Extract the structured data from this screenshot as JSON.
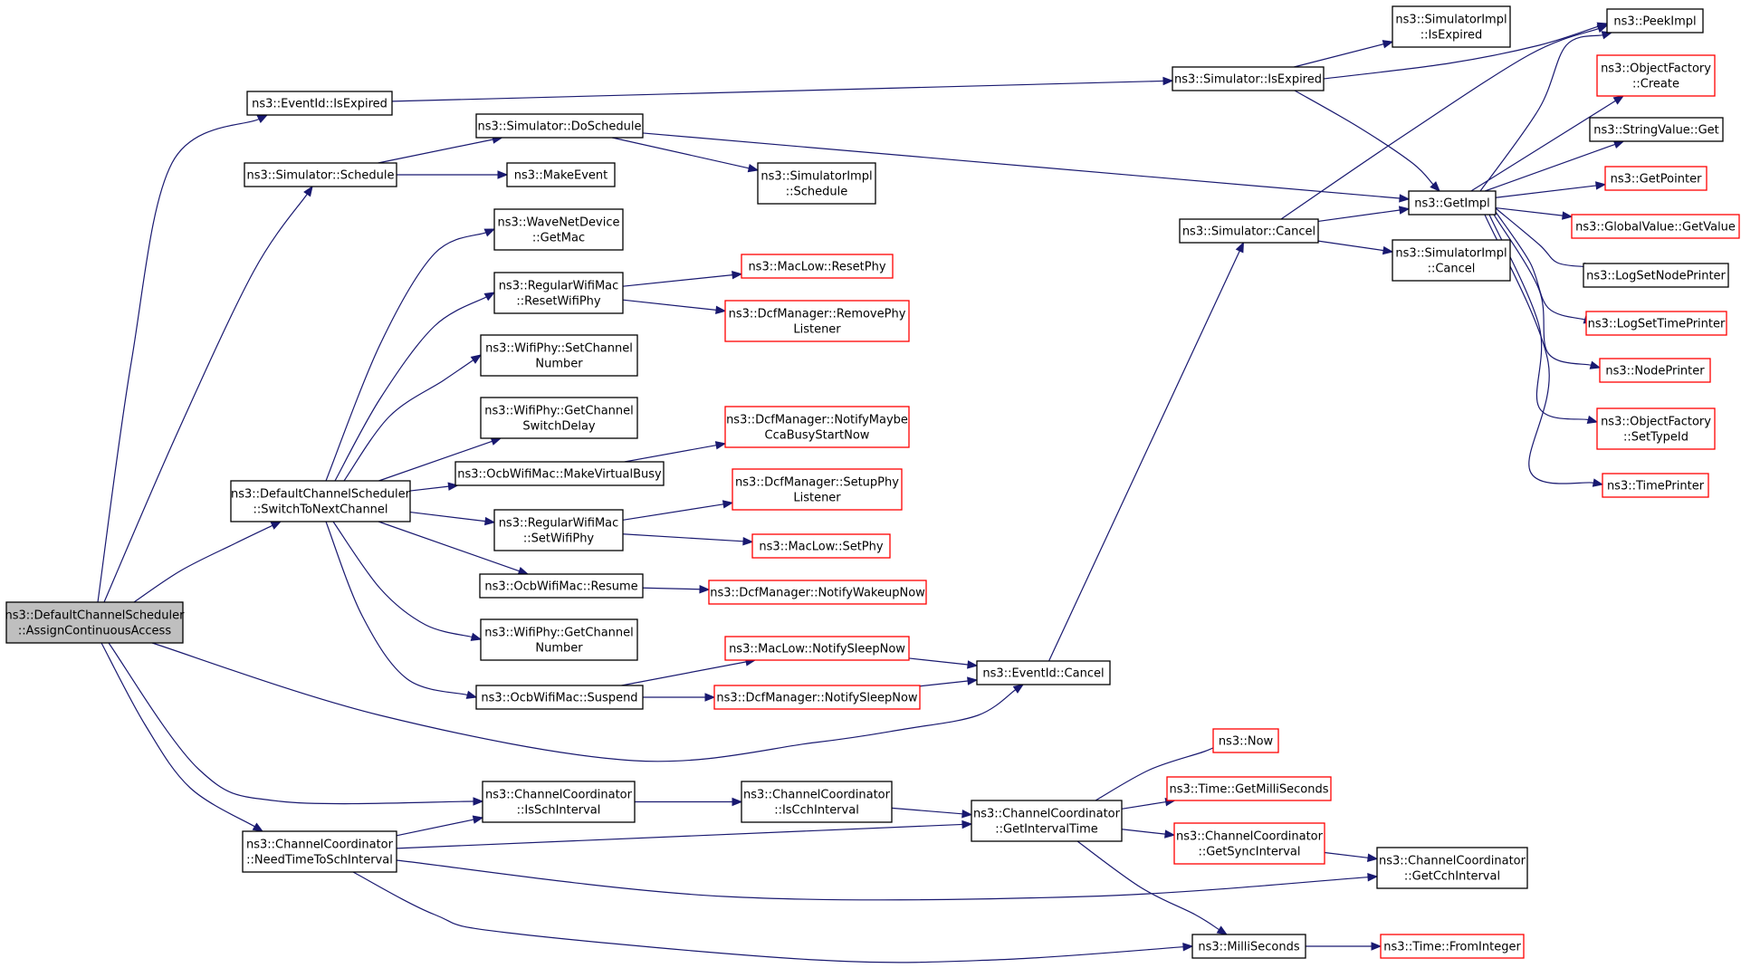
{
  "colors": {
    "edge": "#191970",
    "box_normal": "#000000",
    "box_undocumented": "#ff0000",
    "root_fill": "#bfbfbf"
  },
  "nodes": [
    {
      "id": "root",
      "lines": [
        "ns3::DefaultChannelScheduler",
        "::AssignContinuousAccess"
      ],
      "kind": "root"
    },
    {
      "id": "eventid_isexpired",
      "lines": [
        "ns3::EventId::IsExpired"
      ],
      "kind": "normal"
    },
    {
      "id": "sim_schedule",
      "lines": [
        "ns3::Simulator::Schedule"
      ],
      "kind": "normal"
    },
    {
      "id": "switch_next",
      "lines": [
        "ns3::DefaultChannelScheduler",
        "::SwitchToNextChannel"
      ],
      "kind": "normal"
    },
    {
      "id": "need_time",
      "lines": [
        "ns3::ChannelCoordinator",
        "::NeedTimeToSchInterval"
      ],
      "kind": "normal"
    },
    {
      "id": "sim_doschedule",
      "lines": [
        "ns3::Simulator::DoSchedule"
      ],
      "kind": "normal"
    },
    {
      "id": "makeevent",
      "lines": [
        "ns3::MakeEvent"
      ],
      "kind": "normal"
    },
    {
      "id": "wave_getmac",
      "lines": [
        "ns3::WaveNetDevice",
        "::GetMac"
      ],
      "kind": "normal"
    },
    {
      "id": "reg_resetphy",
      "lines": [
        "ns3::RegularWifiMac",
        "::ResetWifiPhy"
      ],
      "kind": "normal"
    },
    {
      "id": "phy_setch",
      "lines": [
        "ns3::WifiPhy::SetChannel",
        "Number"
      ],
      "kind": "normal"
    },
    {
      "id": "phy_getswitch",
      "lines": [
        "ns3::WifiPhy::GetChannel",
        "SwitchDelay"
      ],
      "kind": "normal"
    },
    {
      "id": "ocb_virtbusy",
      "lines": [
        "ns3::OcbWifiMac::MakeVirtualBusy"
      ],
      "kind": "normal"
    },
    {
      "id": "reg_setphy",
      "lines": [
        "ns3::RegularWifiMac",
        "::SetWifiPhy"
      ],
      "kind": "normal"
    },
    {
      "id": "ocb_resume",
      "lines": [
        "ns3::OcbWifiMac::Resume"
      ],
      "kind": "normal"
    },
    {
      "id": "phy_getch",
      "lines": [
        "ns3::WifiPhy::GetChannel",
        "Number"
      ],
      "kind": "normal"
    },
    {
      "id": "ocb_suspend",
      "lines": [
        "ns3::OcbWifiMac::Suspend"
      ],
      "kind": "normal"
    },
    {
      "id": "cc_issch",
      "lines": [
        "ns3::ChannelCoordinator",
        "::IsSchInterval"
      ],
      "kind": "normal"
    },
    {
      "id": "simimpl_schedule",
      "lines": [
        "ns3::SimulatorImpl",
        "::Schedule"
      ],
      "kind": "normal"
    },
    {
      "id": "maclow_resetphy",
      "lines": [
        "ns3::MacLow::ResetPhy"
      ],
      "kind": "undoc"
    },
    {
      "id": "dcf_removephy",
      "lines": [
        "ns3::DcfManager::RemovePhy",
        "Listener"
      ],
      "kind": "undoc"
    },
    {
      "id": "dcf_notifycca",
      "lines": [
        "ns3::DcfManager::NotifyMaybe",
        "CcaBusyStartNow"
      ],
      "kind": "undoc"
    },
    {
      "id": "dcf_setupphy",
      "lines": [
        "ns3::DcfManager::SetupPhy",
        "Listener"
      ],
      "kind": "undoc"
    },
    {
      "id": "maclow_setphy",
      "lines": [
        "ns3::MacLow::SetPhy"
      ],
      "kind": "undoc"
    },
    {
      "id": "dcf_wakeup",
      "lines": [
        "ns3::DcfManager::NotifyWakeupNow"
      ],
      "kind": "undoc"
    },
    {
      "id": "maclow_sleep",
      "lines": [
        "ns3::MacLow::NotifySleepNow"
      ],
      "kind": "undoc"
    },
    {
      "id": "dcf_sleep",
      "lines": [
        "ns3::DcfManager::NotifySleepNow"
      ],
      "kind": "undoc"
    },
    {
      "id": "eventid_cancel",
      "lines": [
        "ns3::EventId::Cancel"
      ],
      "kind": "normal"
    },
    {
      "id": "cc_iscch",
      "lines": [
        "ns3::ChannelCoordinator",
        "::IsCchInterval"
      ],
      "kind": "normal"
    },
    {
      "id": "cc_getinterval",
      "lines": [
        "ns3::ChannelCoordinator",
        "::GetIntervalTime"
      ],
      "kind": "normal"
    },
    {
      "id": "sim_isexpired",
      "lines": [
        "ns3::Simulator::IsExpired"
      ],
      "kind": "normal"
    },
    {
      "id": "sim_cancel",
      "lines": [
        "ns3::Simulator::Cancel"
      ],
      "kind": "normal"
    },
    {
      "id": "simimpl_isexpired",
      "lines": [
        "ns3::SimulatorImpl",
        "::IsExpired"
      ],
      "kind": "normal"
    },
    {
      "id": "getimpl",
      "lines": [
        "ns3::GetImpl"
      ],
      "kind": "normal"
    },
    {
      "id": "simimpl_cancel",
      "lines": [
        "ns3::SimulatorImpl",
        "::Cancel"
      ],
      "kind": "normal"
    },
    {
      "id": "now",
      "lines": [
        "ns3::Now"
      ],
      "kind": "undoc"
    },
    {
      "id": "time_getms",
      "lines": [
        "ns3::Time::GetMilliSeconds"
      ],
      "kind": "undoc"
    },
    {
      "id": "cc_getsync",
      "lines": [
        "ns3::ChannelCoordinator",
        "::GetSyncInterval"
      ],
      "kind": "undoc"
    },
    {
      "id": "cc_getcch",
      "lines": [
        "ns3::ChannelCoordinator",
        "::GetCchInterval"
      ],
      "kind": "normal"
    },
    {
      "id": "milliseconds",
      "lines": [
        "ns3::MilliSeconds"
      ],
      "kind": "normal"
    },
    {
      "id": "time_fromint",
      "lines": [
        "ns3::Time::FromInteger"
      ],
      "kind": "undoc"
    },
    {
      "id": "peekimpl",
      "lines": [
        "ns3::PeekImpl"
      ],
      "kind": "normal"
    },
    {
      "id": "objfactory_create",
      "lines": [
        "ns3::ObjectFactory",
        "::Create"
      ],
      "kind": "undoc"
    },
    {
      "id": "stringvalue_get",
      "lines": [
        "ns3::StringValue::Get"
      ],
      "kind": "normal"
    },
    {
      "id": "getpointer",
      "lines": [
        "ns3::GetPointer"
      ],
      "kind": "undoc"
    },
    {
      "id": "globalvalue_get",
      "lines": [
        "ns3::GlobalValue::GetValue"
      ],
      "kind": "undoc"
    },
    {
      "id": "logsetnode",
      "lines": [
        "ns3::LogSetNodePrinter"
      ],
      "kind": "normal"
    },
    {
      "id": "logsettime",
      "lines": [
        "ns3::LogSetTimePrinter"
      ],
      "kind": "undoc"
    },
    {
      "id": "nodeprinter",
      "lines": [
        "ns3::NodePrinter"
      ],
      "kind": "undoc"
    },
    {
      "id": "objfactory_settype",
      "lines": [
        "ns3::ObjectFactory",
        "::SetTypeId"
      ],
      "kind": "undoc"
    },
    {
      "id": "timeprinter",
      "lines": [
        "ns3::TimePrinter"
      ],
      "kind": "undoc"
    }
  ],
  "edges": [
    [
      "root",
      "eventid_isexpired"
    ],
    [
      "root",
      "sim_schedule"
    ],
    [
      "root",
      "switch_next"
    ],
    [
      "root",
      "eventid_cancel"
    ],
    [
      "root",
      "cc_issch"
    ],
    [
      "root",
      "need_time"
    ],
    [
      "eventid_isexpired",
      "sim_isexpired"
    ],
    [
      "sim_schedule",
      "sim_doschedule"
    ],
    [
      "sim_schedule",
      "makeevent"
    ],
    [
      "sim_doschedule",
      "simimpl_schedule"
    ],
    [
      "sim_doschedule",
      "getimpl"
    ],
    [
      "switch_next",
      "wave_getmac"
    ],
    [
      "switch_next",
      "reg_resetphy"
    ],
    [
      "switch_next",
      "phy_setch"
    ],
    [
      "switch_next",
      "phy_getswitch"
    ],
    [
      "switch_next",
      "ocb_virtbusy"
    ],
    [
      "switch_next",
      "reg_setphy"
    ],
    [
      "switch_next",
      "ocb_resume"
    ],
    [
      "switch_next",
      "phy_getch"
    ],
    [
      "switch_next",
      "ocb_suspend"
    ],
    [
      "reg_resetphy",
      "maclow_resetphy"
    ],
    [
      "reg_resetphy",
      "dcf_removephy"
    ],
    [
      "ocb_virtbusy",
      "dcf_notifycca"
    ],
    [
      "reg_setphy",
      "dcf_setupphy"
    ],
    [
      "reg_setphy",
      "maclow_setphy"
    ],
    [
      "ocb_resume",
      "dcf_wakeup"
    ],
    [
      "ocb_suspend",
      "maclow_sleep"
    ],
    [
      "ocb_suspend",
      "dcf_sleep"
    ],
    [
      "maclow_sleep",
      "eventid_cancel"
    ],
    [
      "dcf_sleep",
      "eventid_cancel"
    ],
    [
      "eventid_cancel",
      "sim_cancel"
    ],
    [
      "need_time",
      "cc_issch"
    ],
    [
      "need_time",
      "cc_getinterval"
    ],
    [
      "need_time",
      "cc_getcch"
    ],
    [
      "need_time",
      "milliseconds"
    ],
    [
      "cc_issch",
      "cc_iscch"
    ],
    [
      "cc_iscch",
      "cc_getinterval"
    ],
    [
      "cc_getinterval",
      "now"
    ],
    [
      "cc_getinterval",
      "time_getms"
    ],
    [
      "cc_getinterval",
      "cc_getsync"
    ],
    [
      "cc_getinterval",
      "milliseconds"
    ],
    [
      "cc_getsync",
      "cc_getcch"
    ],
    [
      "milliseconds",
      "time_fromint"
    ],
    [
      "sim_isexpired",
      "simimpl_isexpired"
    ],
    [
      "sim_isexpired",
      "peekimpl"
    ],
    [
      "sim_isexpired",
      "getimpl"
    ],
    [
      "sim_cancel",
      "peekimpl"
    ],
    [
      "sim_cancel",
      "getimpl"
    ],
    [
      "sim_cancel",
      "simimpl_cancel"
    ],
    [
      "getimpl",
      "peekimpl"
    ],
    [
      "getimpl",
      "objfactory_create"
    ],
    [
      "getimpl",
      "stringvalue_get"
    ],
    [
      "getimpl",
      "getpointer"
    ],
    [
      "getimpl",
      "globalvalue_get"
    ],
    [
      "getimpl",
      "logsetnode"
    ],
    [
      "getimpl",
      "logsettime"
    ],
    [
      "getimpl",
      "nodeprinter"
    ],
    [
      "getimpl",
      "objfactory_settype"
    ],
    [
      "getimpl",
      "timeprinter"
    ]
  ]
}
